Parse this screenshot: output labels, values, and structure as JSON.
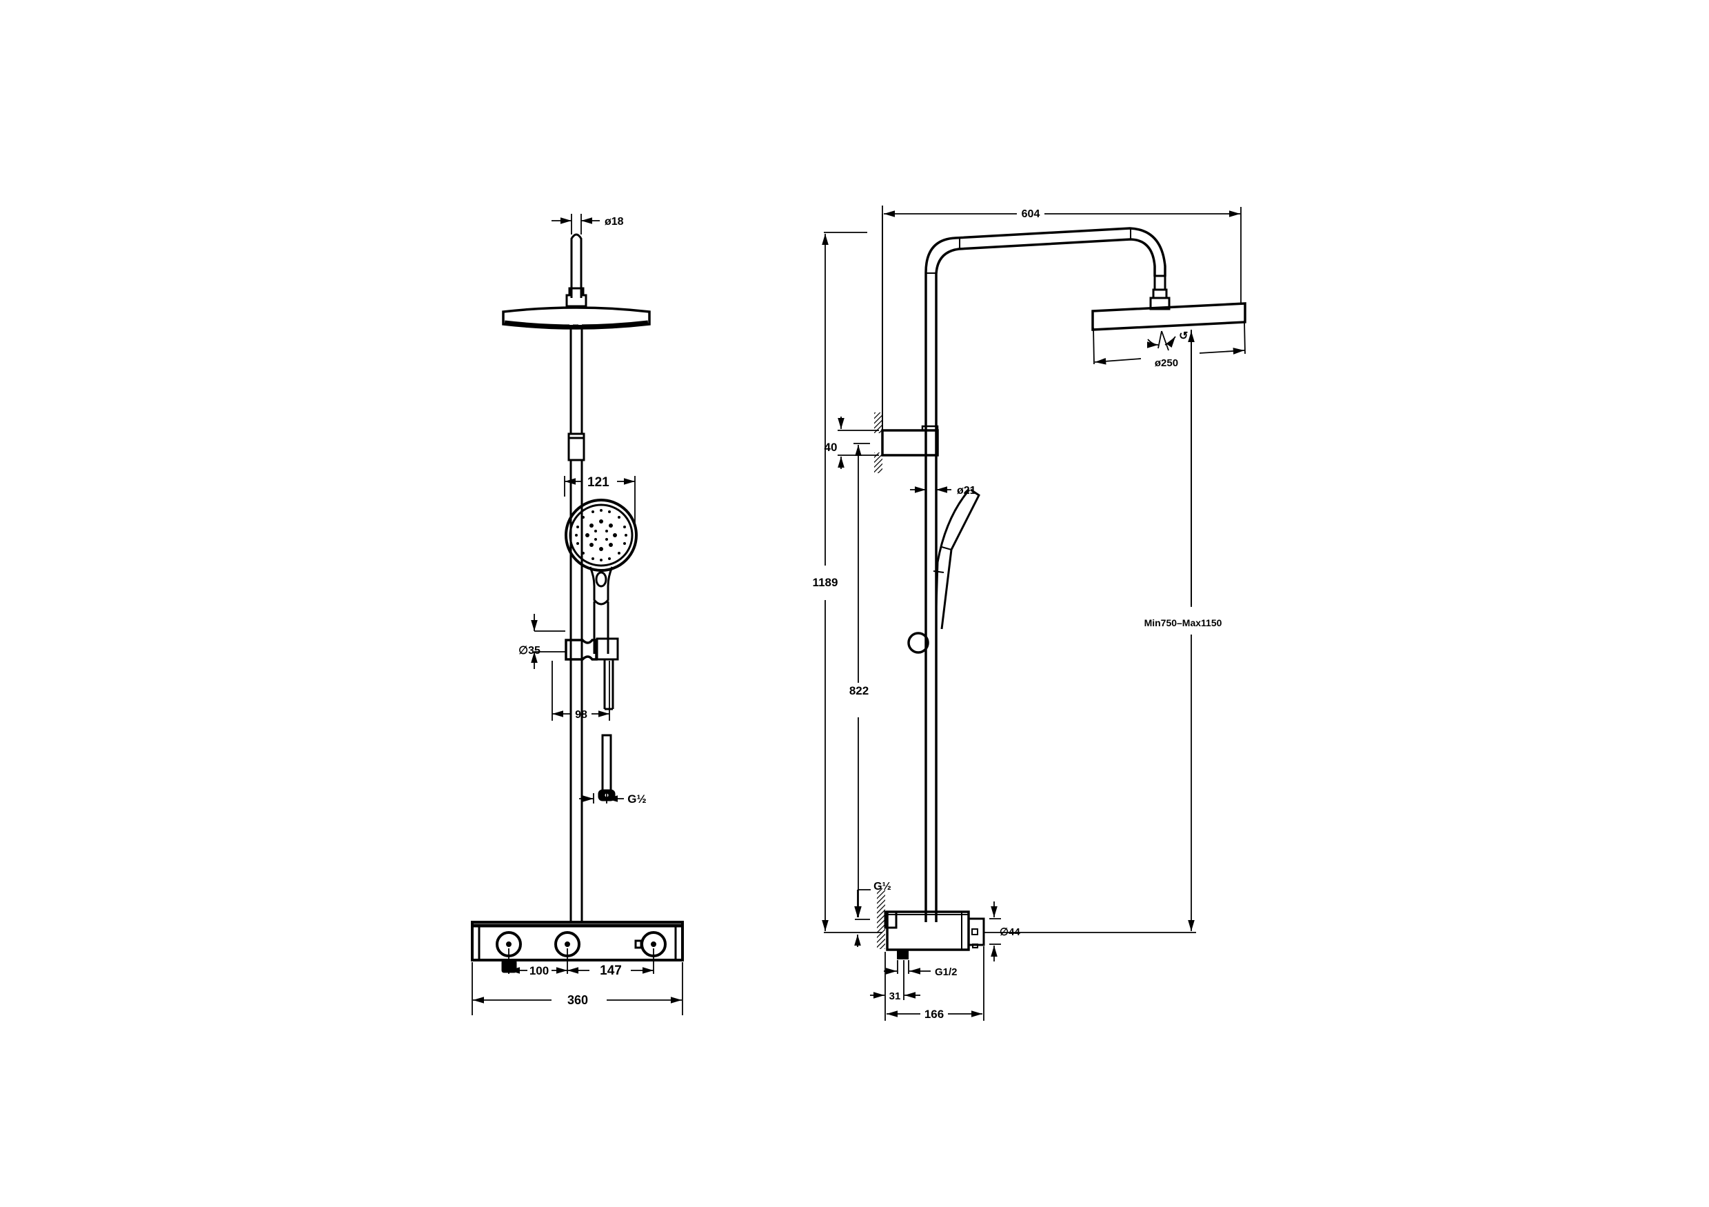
{
  "drawing": {
    "title": "Thermostatic shower column technical drawing",
    "line_color": "#000000",
    "background": "#ffffff",
    "front_view": {
      "labels": {
        "pipe_diameter": "ø18",
        "hand_shower_width": "121",
        "slider_diameter": "∅35",
        "slider_depth": "98",
        "hose_thread": "G½",
        "valve_spacing_left": "100",
        "valve_spacing_right": "147",
        "valve_width": "360"
      }
    },
    "side_view": {
      "labels": {
        "arm_projection": "604",
        "head_diameter": "ø250",
        "bracket_height": "40",
        "pole_diameter": "ø21",
        "total_height": "1189",
        "bracket_to_inlet": "822",
        "adjustable_height": "Min750–Max1150",
        "inlet_thread": "G½",
        "valve_body_diameter": "∅44",
        "outlet_thread": "G1/2",
        "outlet_offset": "31",
        "valve_depth": "166"
      }
    }
  }
}
